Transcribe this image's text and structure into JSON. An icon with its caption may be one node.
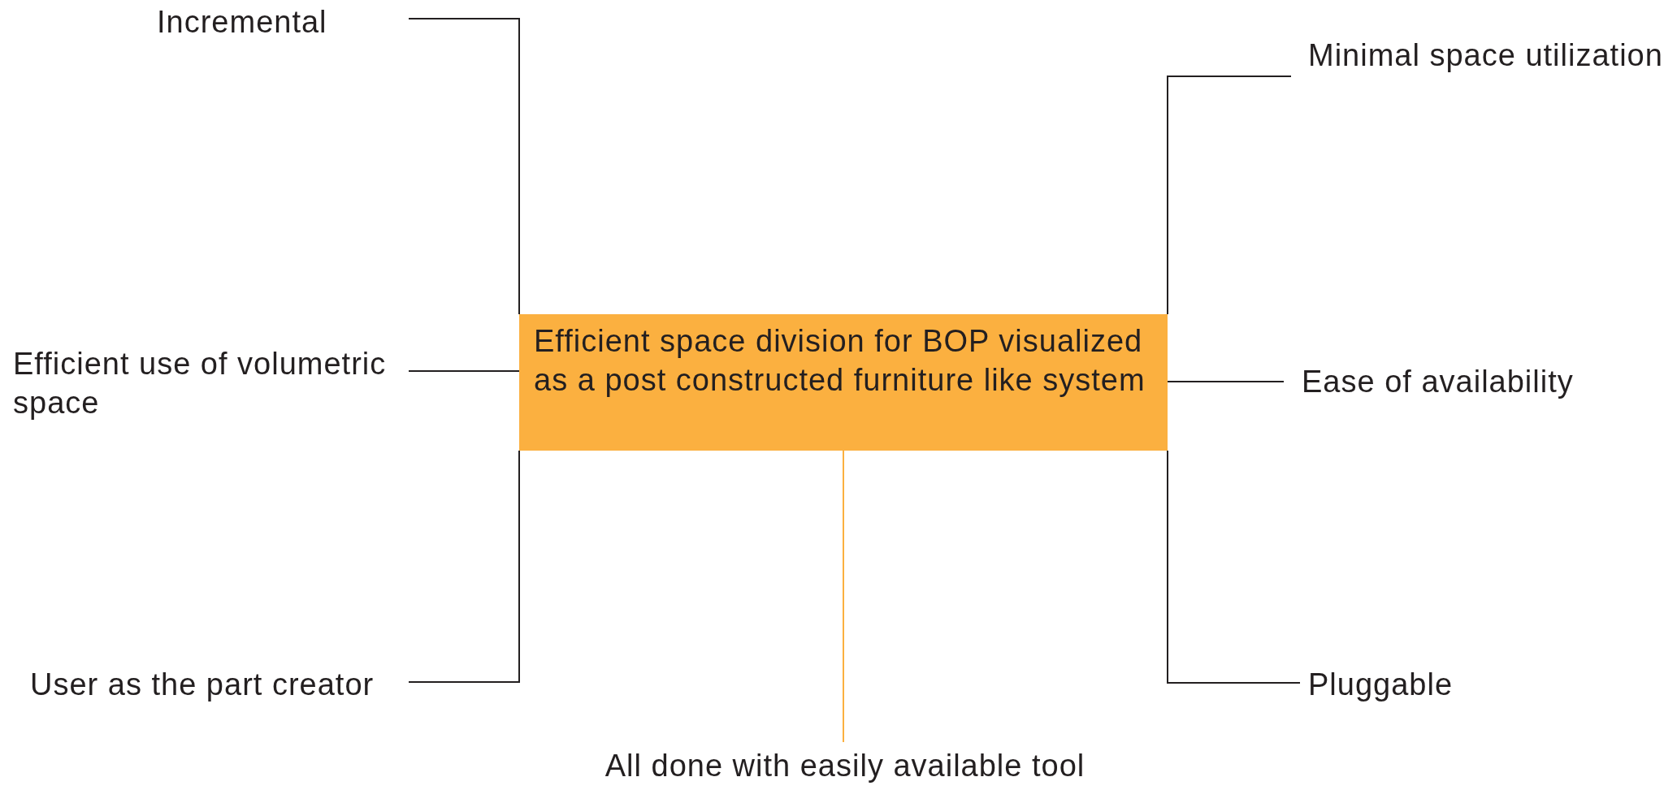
{
  "diagram": {
    "nodes": [
      {
        "text": [
          "Efficient space division for BOP visualized as a post constructed furniture like system"
        ]
      },
      {
        "text": [
          "Incremental"
        ]
      },
      {
        "text": [
          "Efficient use of volumetric space"
        ]
      },
      {
        "text": [
          "User as the part creator"
        ]
      },
      {
        "text": [
          "Minimal space utilization"
        ]
      },
      {
        "text": [
          "Ease of availability"
        ]
      },
      {
        "text": [
          "Pluggable"
        ]
      },
      {
        "text": [
          "All done with easily available tool"
        ]
      }
    ],
    "edges": [
      {
        "from": 0,
        "to": 1,
        "arrow": "none"
      },
      {
        "from": 0,
        "to": 2,
        "arrow": "none"
      },
      {
        "from": 0,
        "to": 3,
        "arrow": "none"
      },
      {
        "from": 0,
        "to": 4,
        "arrow": "none"
      },
      {
        "from": 0,
        "to": 5,
        "arrow": "none"
      },
      {
        "from": 0,
        "to": 6,
        "arrow": "none"
      },
      {
        "from": 0,
        "to": 7,
        "arrow": "none",
        "color": "#fbb040"
      }
    ]
  }
}
